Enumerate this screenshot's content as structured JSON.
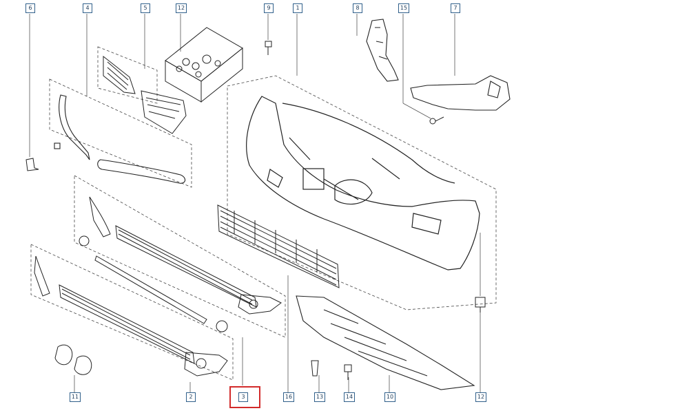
{
  "callouts": [
    {
      "id": "c6",
      "label": "6"
    },
    {
      "id": "c4",
      "label": "4"
    },
    {
      "id": "c5",
      "label": "5"
    },
    {
      "id": "c12a",
      "label": "12"
    },
    {
      "id": "c9",
      "label": "9"
    },
    {
      "id": "c1",
      "label": "1"
    },
    {
      "id": "c8",
      "label": "8"
    },
    {
      "id": "c15",
      "label": "15"
    },
    {
      "id": "c7",
      "label": "7"
    },
    {
      "id": "c11",
      "label": "11"
    },
    {
      "id": "c2",
      "label": "2"
    },
    {
      "id": "c3",
      "label": "3"
    },
    {
      "id": "c16",
      "label": "16"
    },
    {
      "id": "c13",
      "label": "13"
    },
    {
      "id": "c14",
      "label": "14"
    },
    {
      "id": "c10",
      "label": "10"
    },
    {
      "id": "c12b",
      "label": "12"
    }
  ],
  "highlighted_part": "3",
  "colors": {
    "line": "#222222",
    "callout_border": "#2f5f8a",
    "highlight": "#d22a2a"
  }
}
